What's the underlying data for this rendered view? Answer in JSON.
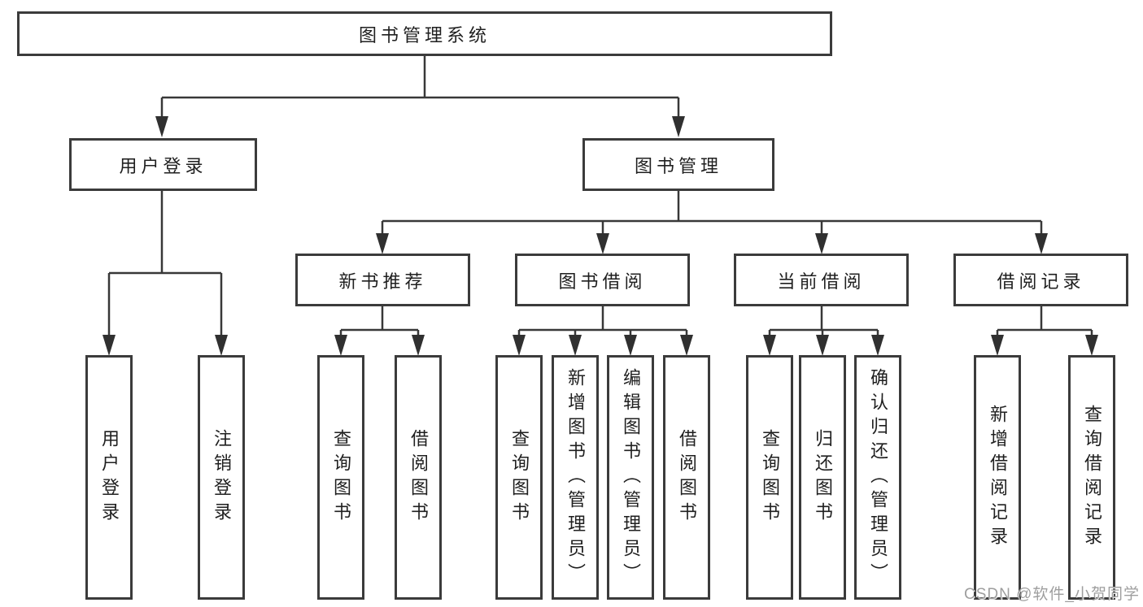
{
  "diagram": {
    "root": "图书管理系统",
    "level2": {
      "login": "用户登录",
      "mgmt": "图书管理"
    },
    "login_children": [
      "用户登录",
      "注销登录"
    ],
    "branches": [
      {
        "label": "新书推荐",
        "children": [
          "查询图书",
          "借阅图书"
        ]
      },
      {
        "label": "图书借阅",
        "children": [
          "查询图书",
          "新增图书（管理员）",
          "编辑图书（管理员）",
          "借阅图书"
        ]
      },
      {
        "label": "当前借阅",
        "children": [
          "查询图书",
          "归还图书",
          "确认归还（管理员）"
        ]
      },
      {
        "label": "借阅记录",
        "children": [
          "新增借阅记录",
          "查询借阅记录"
        ]
      }
    ]
  },
  "watermark": {
    "text": "CSDN @软件_小贺同学",
    "color": "#9e9e9e"
  },
  "colors": {
    "line": "#383838",
    "arrow": "#303030",
    "box_border": "#3b3b3b",
    "box_background": "#ffffff",
    "text": "#1f1f1f",
    "page_background": "#ffffff"
  }
}
